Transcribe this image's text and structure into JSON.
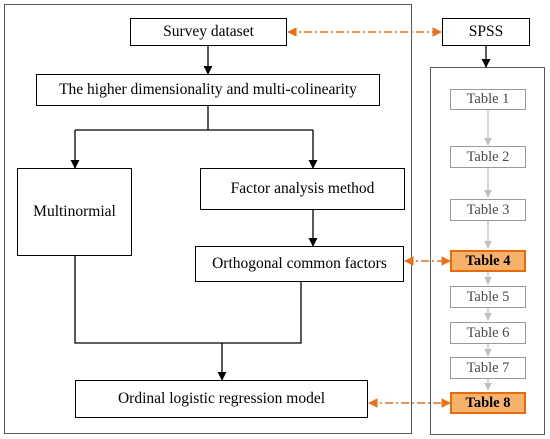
{
  "flowchart": {
    "survey_dataset": "Survey dataset",
    "higher_dimensionality": "The higher dimensionality and multi-colinearity",
    "multinormial": "Multinormial",
    "factor_analysis": "Factor analysis method",
    "orthogonal_factors": "Orthogonal common factors",
    "ordinal_regression": "Ordinal logistic regression model"
  },
  "spss": {
    "label": "SPSS",
    "tables": [
      "Table 1",
      "Table 2",
      "Table 3",
      "Table 4",
      "Table 5",
      "Table 6",
      "Table 7",
      "Table 8"
    ],
    "highlighted_tables": [
      "Table 4",
      "Table 8"
    ]
  },
  "colors": {
    "highlight_fill": "#f7b26a",
    "highlight_border": "#e86a0c",
    "dashed_link": "#e8711a",
    "table_arrow": "#c0c0c0"
  }
}
